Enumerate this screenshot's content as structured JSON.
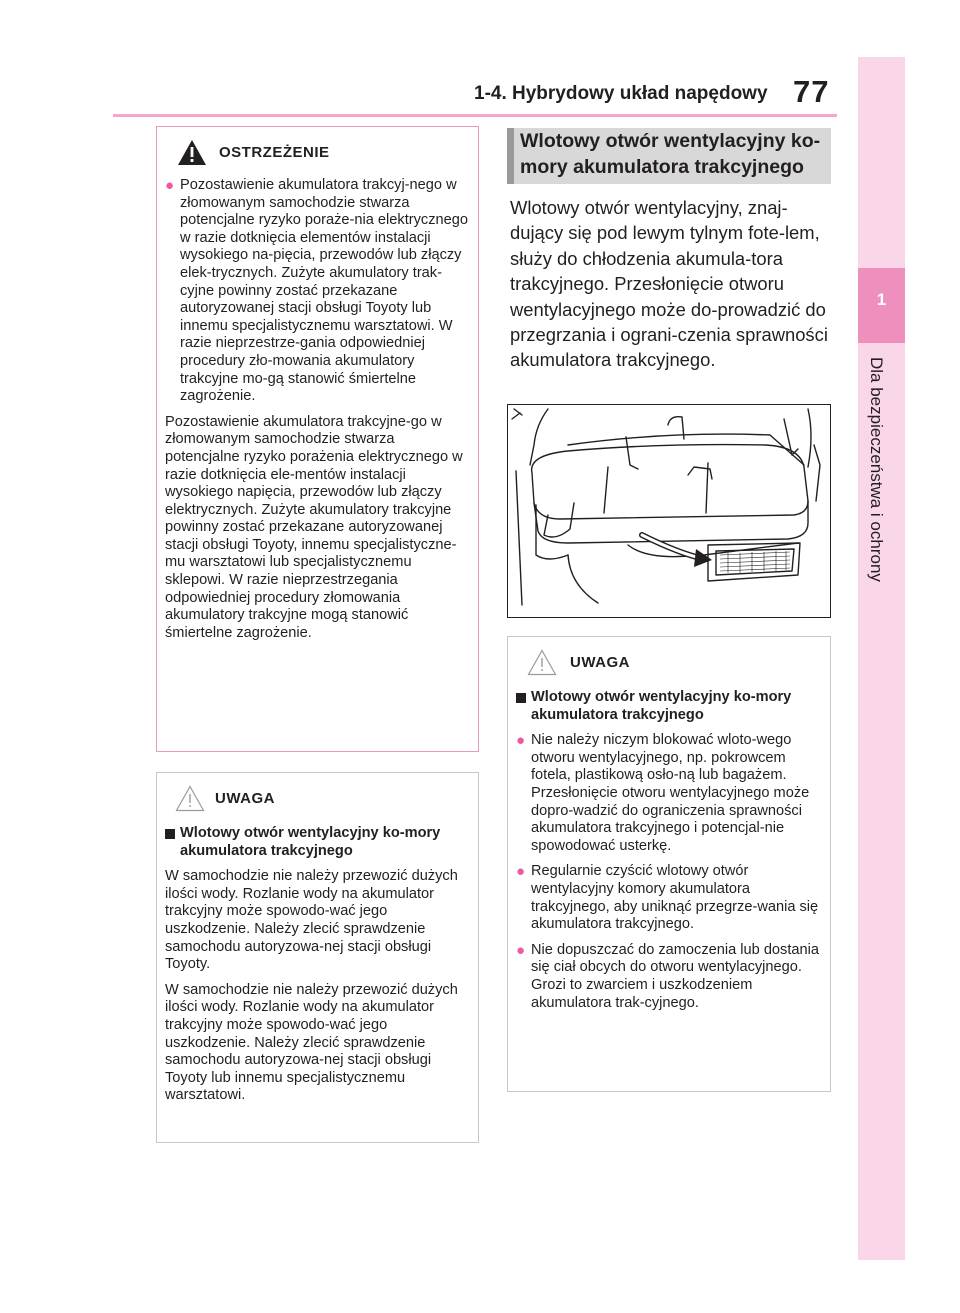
{
  "header": {
    "title": "1-4. Hybrydowy układ napędowy",
    "page_number": "77"
  },
  "side_tab": {
    "chapter_number": "1",
    "label": "Dla bezpieczeństwa i ochrony"
  },
  "warning_box": {
    "title": "OSTRZEŻENIE",
    "bullet_text": "Pozostawienie akumulatora trakcyj-nego w złomowanym samochodzie stwarza potencjalne ryzyko poraże-nia elektrycznego w razie dotknięcia elementów instalacji wysokiego na-pięcia, przewodów lub złączy elek-trycznych. Zużyte akumulatory trak-cyjne powinny zostać przekazane autoryzowanej stacji obsługi Toyoty lub innemu specjalistycznemu warsztatowi. W razie nieprzestrze-gania odpowiedniej procedury zło-mowania akumulatory trakcyjne mo-gą stanowić śmiertelne zagrożenie.",
    "paragraph": "Pozostawienie akumulatora trakcyjne-go w złomowanym samochodzie stwarza potencjalne ryzyko porażenia elektrycznego w razie dotknięcia ele-mentów instalacji wysokiego napięcia, przewodów lub złączy elektrycznych. Zużyte akumulatory trakcyjne powinny zostać przekazane autoryzowanej stacji obsługi Toyoty, innemu specjalistyczne-mu warsztatowi lub specjalistycznemu sklepowi. W razie nieprzestrzegania odpowiedniej procedury złomowania akumulatory trakcyjne mogą stanowić śmiertelne zagrożenie."
  },
  "notice_box_1": {
    "title": "UWAGA",
    "subheading": "Wlotowy otwór wentylacyjny ko-mory akumulatora trakcyjnego",
    "paragraph_1": "W samochodzie nie należy przewozić dużych ilości wody. Rozlanie wody na akumulator trakcyjny może spowodo-wać jego uszkodzenie. Należy zlecić sprawdzenie samochodu autoryzowa-nej stacji obsługi Toyoty.",
    "paragraph_2": "W samochodzie nie należy przewozić dużych ilości wody. Rozlanie wody na akumulator trakcyjny może spowodo-wać jego uszkodzenie. Należy zlecić sprawdzenie samochodu autoryzowa-nej stacji obsługi Toyoty lub innemu specjalistycznemu warsztatowi."
  },
  "section": {
    "heading": "Wlotowy otwór wentylacyjny ko-mory akumulatora trakcyjnego",
    "body": "Wlotowy otwór wentylacyjny, znaj-dujący się pod lewym tylnym fote-lem, służy do chłodzenia akumula-tora trakcyjnego. Przesłonięcie otworu wentylacyjnego może do-prowadzić do przegrzania i ograni-czenia sprawności akumulatora trakcyjnego."
  },
  "notice_box_2": {
    "title": "UWAGA",
    "subheading": "Wlotowy otwór wentylacyjny ko-mory akumulatora trakcyjnego",
    "bullets": [
      "Nie należy niczym blokować wloto-wego otworu wentylacyjnego, np. pokrowcem fotela, plastikową osło-ną lub bagażem. Przesłonięcie otworu wentylacyjnego może dopro-wadzić do ograniczenia sprawności akumulatora trakcyjnego i potencjal-nie spowodować usterkę.",
      "Regularnie czyścić wlotowy otwór wentylacyjny komory akumulatora trakcyjnego, aby uniknąć przegrze-wania się akumulatora trakcyjnego.",
      "Nie dopuszczać do zamoczenia lub dostania się ciał obcych do otworu wentylacyjnego. Grozi to zwarciem i uszkodzeniem akumulatora trak-cyjnego."
    ]
  },
  "colors": {
    "accent_pink": "#ee5a9d",
    "tab_pink": "#f9d7e8",
    "tab_active": "#ee8fbd",
    "rule_pink": "#f4a6cb"
  }
}
